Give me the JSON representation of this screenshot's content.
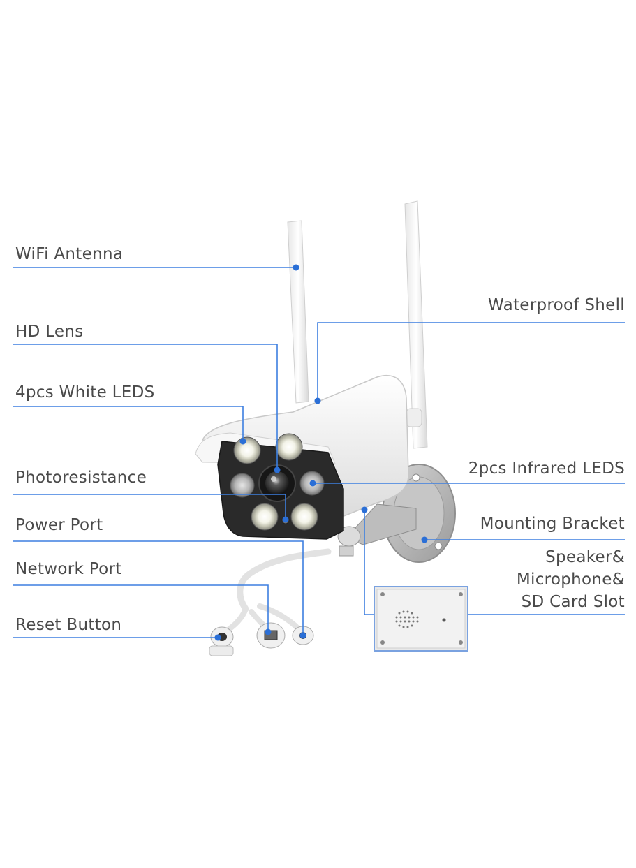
{
  "labels": {
    "wifi_antenna": "WiFi Antenna",
    "hd_lens": "HD Lens",
    "white_leds": "4pcs White LEDS",
    "photoresistance": "Photoresistance",
    "power_port": "Power Port",
    "network_port": "Network Port",
    "reset_button": "Reset Button",
    "waterproof_shell": "Waterproof Shell",
    "infrared_leds": "2pcs Infrared LEDS",
    "mounting_bracket": "Mounting Bracket",
    "speaker_line1": "Speaker&",
    "speaker_line2": "Microphone&",
    "speaker_line3": "SD Card Slot"
  },
  "colors": {
    "leader_line": "#3d7fe0",
    "leader_dot": "#2b6fd6",
    "label_text": "#4a4a4a",
    "camera_body": "#f4f4f4",
    "camera_face": "#2a2a2a"
  }
}
